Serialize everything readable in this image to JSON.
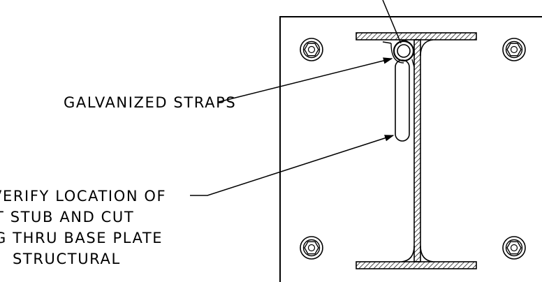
{
  "labels": {
    "straps": "GALVANIZED STRAPS",
    "note_line1": "VERIFY LOCATION OF",
    "note_line2": "T STUB AND CUT",
    "note_line3": "G THRU BASE PLATE",
    "note_line4": "STRUCTURAL"
  },
  "colors": {
    "ink": "#000000",
    "background": "#ffffff"
  },
  "hatch": "diagonal"
}
